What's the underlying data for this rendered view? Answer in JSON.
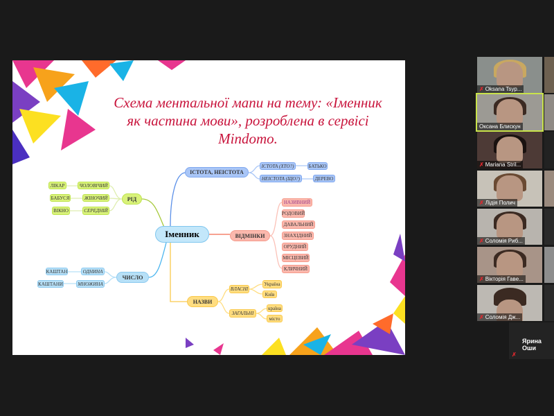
{
  "slide": {
    "title_lines": [
      "Схема ментальної мапи на тему: «Іменник",
      "як частина мови», розроблена в сервісі",
      "Mindomo."
    ],
    "center": "Іменник",
    "istota": {
      "label": "ІСТОТА, НЕІСТОТА",
      "children": [
        {
          "label": "ІСТОТА (ХТО?)",
          "example": "БАТЬКО"
        },
        {
          "label": "НЕІСТОТА (ЩО?)",
          "example": "ДЕРЕВО"
        }
      ]
    },
    "vidminky": {
      "label": "ВІДМІНКИ",
      "children": [
        "НАЗИВНИЙ",
        "РОДОВИЙ",
        "ДАВАЛЬНИЙ",
        "ЗНАХІДНИЙ",
        "ОРУДНИЙ",
        "МІСЦЕВИЙ",
        "КЛИЧНИЙ"
      ]
    },
    "nazvy": {
      "label": "НАЗВИ",
      "vlasni": "ВЛАСНІ",
      "vlasni_items": [
        "Україна",
        "Київ"
      ],
      "zahalni": "ЗАГАЛЬНІ",
      "zahalni_items": [
        "країна",
        "місто"
      ]
    },
    "rid": {
      "label": "РІД",
      "children": [
        {
          "label": "ЧОЛОВІЧИЙ",
          "example": "ЛІКАР"
        },
        {
          "label": "ЖІНОЧИЙ",
          "example": "БАБУСЯ"
        },
        {
          "label": "СЕРЕДНІЙ",
          "example": "ВІКНО"
        }
      ]
    },
    "chyslo": {
      "label": "ЧИСЛО",
      "children": [
        {
          "label": "ОДНИНА",
          "example": "КАШТАН"
        },
        {
          "label": "МНОЖИНА",
          "example": "КАШТАНИ"
        }
      ]
    }
  },
  "participants": [
    "Oksana Tsyp...",
    "Оксана Блискун",
    "Mariana Stril...",
    "Лідія Полич",
    "Соломія Риб...",
    "Вікторія Гаве...",
    "Соломія Дж..."
  ],
  "extra_participant": "Ярина Оши",
  "colors": {
    "title": "#c8143c",
    "active": "#c9e34a"
  }
}
